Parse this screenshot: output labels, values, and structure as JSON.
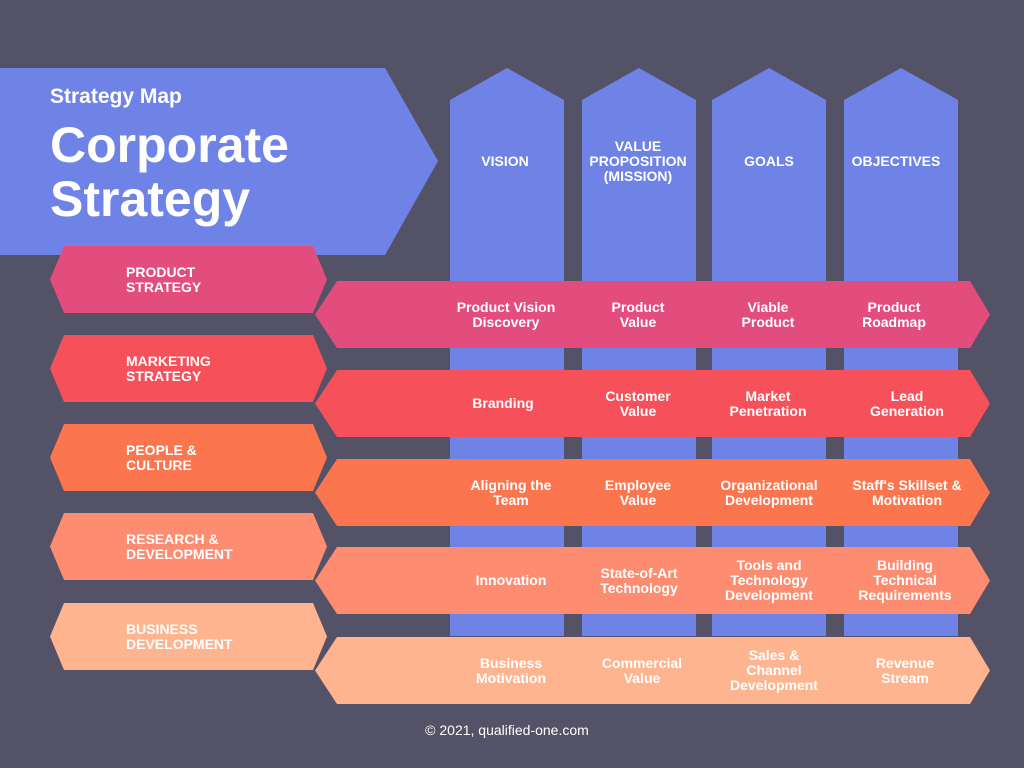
{
  "header": {
    "subtitle": "Strategy Map",
    "title": "Corporate Strategy"
  },
  "columns": [
    {
      "label": "VISION"
    },
    {
      "label": "VALUE\nPROPOSITION\n(MISSION)"
    },
    {
      "label": "GOALS"
    },
    {
      "label": "OBJECTIVES"
    }
  ],
  "rows": [
    {
      "label": "PRODUCT\n STRATEGY",
      "color": "#e34d7e",
      "cells": [
        "Product Vision\nDiscovery",
        "Product\nValue",
        "Viable\nProduct",
        "Product\nRoadmap"
      ]
    },
    {
      "label": "MARKETING\nSTRATEGY",
      "color": "#f6505a",
      "cells": [
        "Branding",
        "Customer\nValue",
        "Market\nPenetration",
        "Lead\nGeneration"
      ]
    },
    {
      "label": "PEOPLE &\nCULTURE",
      "color": "#fb764f",
      "cells": [
        "Aligning the\nTeam",
        "Employee\nValue",
        "Organizational\nDevelopment",
        "Staff's Skillset &\nMotivation"
      ]
    },
    {
      "label": "RESEARCH &\nDEVELOPMENT",
      "color": "#fd8c70",
      "cells": [
        "Innovation",
        "State-of-Art\nTechnology",
        "Tools and\nTechnology\nDevelopment",
        "Building\nTechnical\nRequirements"
      ]
    },
    {
      "label": "BUSINESS\nDEVELOPMENT",
      "color": "#ffb490",
      "cells": [
        "Business\nMotivation",
        "Commercial\nValue",
        "Sales &\nChannel\nDevelopment",
        "Revenue\nStream"
      ]
    }
  ],
  "footer": {
    "text": "© 2021, qualified-one.com"
  },
  "colors": {
    "background": "#545266",
    "column": "#6f83e6"
  }
}
